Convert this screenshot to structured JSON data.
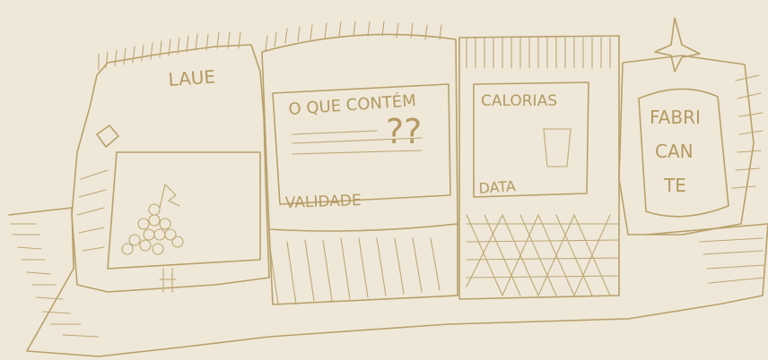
{
  "labels": {
    "can_1": "LAUE",
    "can_2_top": "O QUE CONTÉM",
    "can_2_mark": "??",
    "can_2_bottom": "VALIDADE",
    "can_3_top": "CALORIAS",
    "can_3_bottom": "DATA",
    "can_4_line_1": "FABRI",
    "can_4_line_2": "CAN",
    "can_4_line_3": "TE"
  },
  "colors": {
    "paper": "#efe8d9",
    "ink": "#b8a06a"
  },
  "icons": [
    "grapes-icon",
    "cup-icon",
    "star-icon",
    "heart-icon"
  ]
}
